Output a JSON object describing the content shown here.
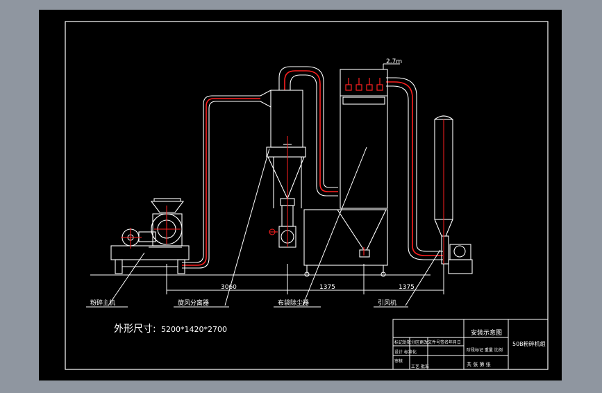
{
  "colors": {
    "viewport_bg": "#8f96a0",
    "sheet_bg": "#000000",
    "line": "#ffffff",
    "accent": "#ff2020"
  },
  "top_dimension": "2.7m",
  "dimensions": {
    "d1": "3060",
    "d2": "1375",
    "d3": "1375"
  },
  "labels": {
    "crusher": "粉碎主机",
    "cyclone": "旋风分离器",
    "dust_collector": "布袋除尘器",
    "fan": "引风机"
  },
  "overall_size": {
    "prefix": "外形尺寸:",
    "value": "5200*1420*2700"
  },
  "title_block": {
    "drawing_name": "安装示意图",
    "product_name": "50B粉碎机组",
    "header_row": "标记处数分区更改文件号签名年月日",
    "design_row": "设计 标准化",
    "check_row": "审核",
    "process_row": "工艺 批准",
    "stage_row": "阶段标记 重量 比例",
    "sheet_row": "共 张 第 张"
  }
}
